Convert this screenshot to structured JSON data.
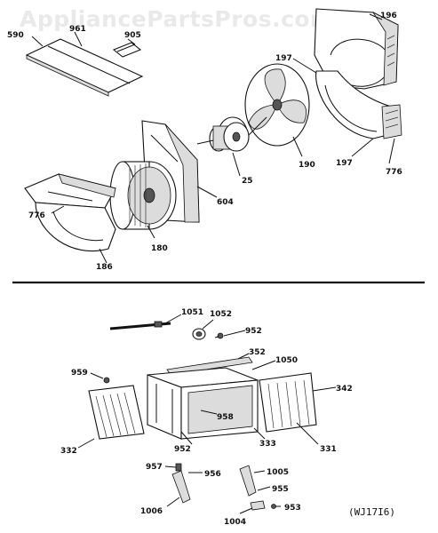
{
  "watermark": "AppliancePartsPros.com",
  "reference_code": "(WJ17I6)",
  "callouts": {
    "c590": "590",
    "c961": "961",
    "c905": "905",
    "c196": "196",
    "c197a": "197",
    "c197b": "197",
    "c190": "190",
    "c776a": "776",
    "c776b": "776",
    "c25": "25",
    "c604": "604",
    "c180": "180",
    "c186": "186",
    "c1051": "1051",
    "c1052": "1052",
    "c952a": "952",
    "c352": "352",
    "c1050": "1050",
    "c959": "959",
    "c342": "342",
    "c958": "958",
    "c952b": "952",
    "c333": "333",
    "c331": "331",
    "c332": "332",
    "c957": "957",
    "c956": "956",
    "c1005": "1005",
    "c955": "955",
    "c953": "953",
    "c1006": "1006",
    "c1004": "1004"
  }
}
